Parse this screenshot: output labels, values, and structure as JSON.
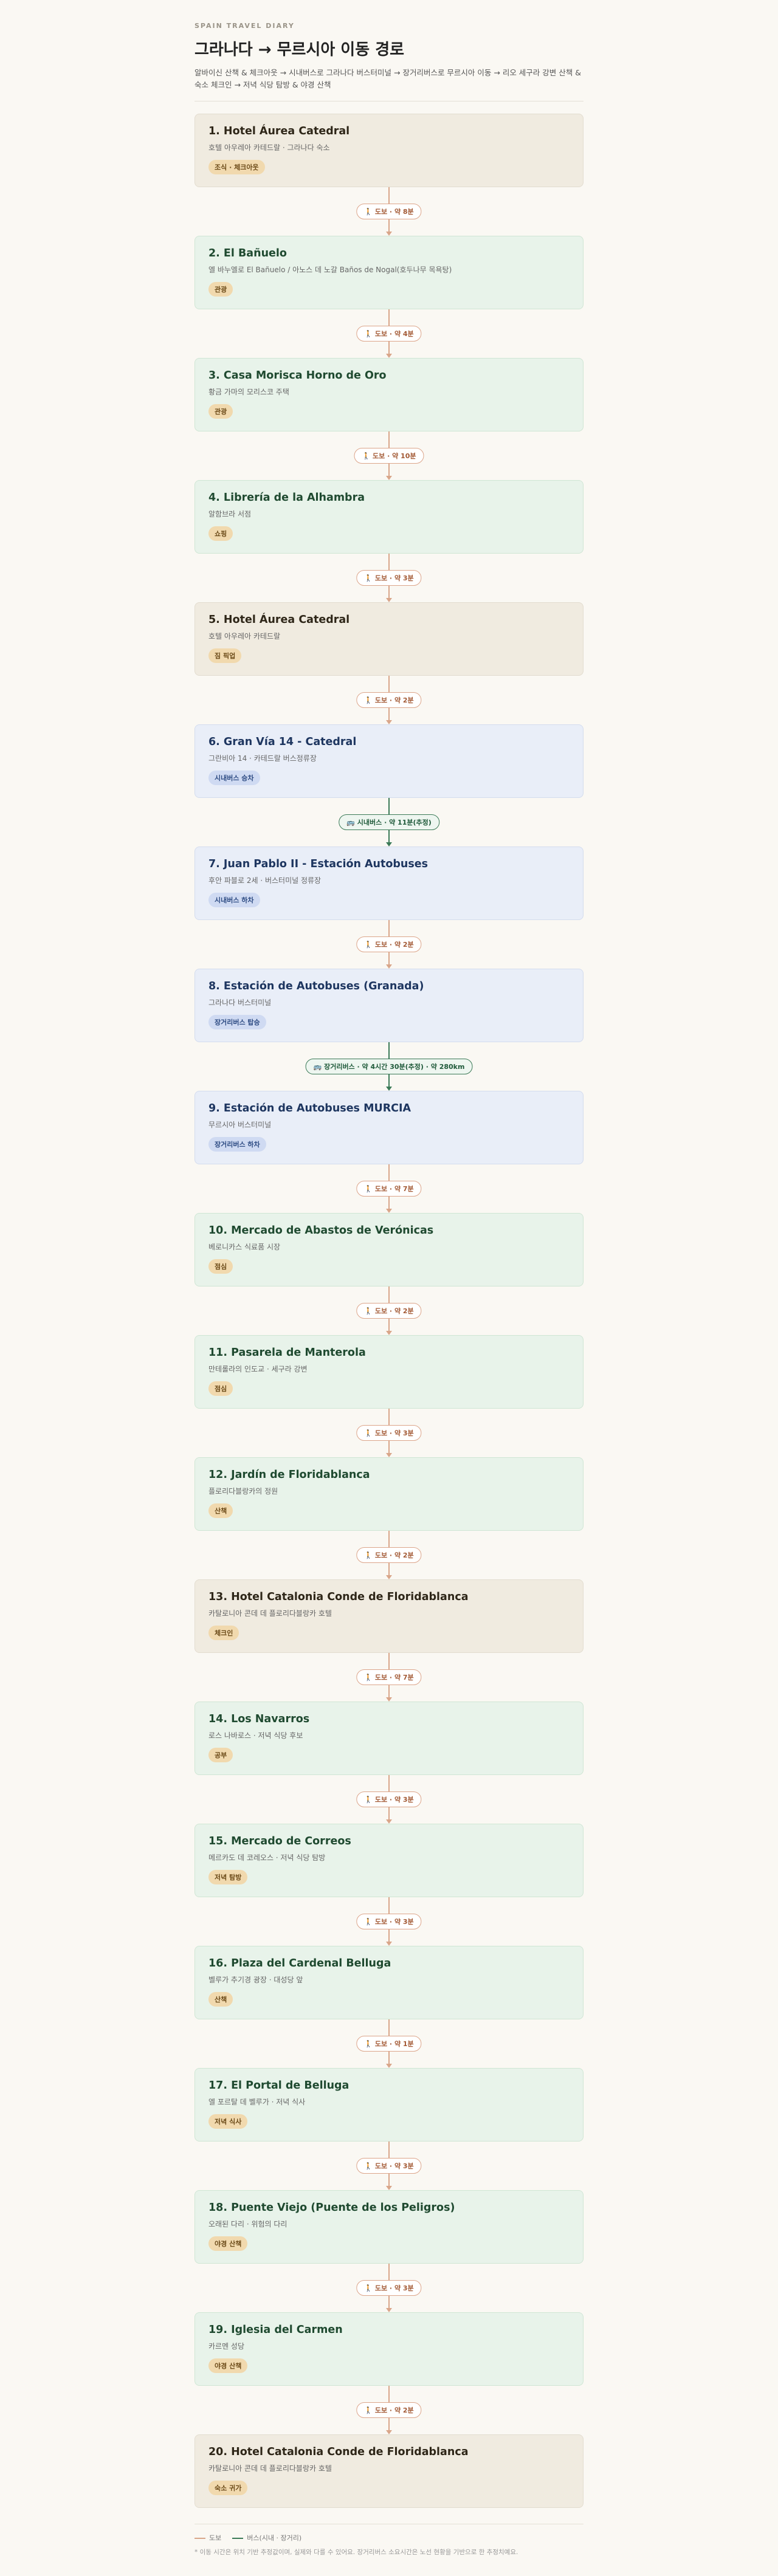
{
  "header": {
    "eyebrow": "SPAIN TRAVEL DIARY",
    "title": "그라나다 → 무르시아 이동 경로",
    "description": "알바이신 산책 & 체크아웃 → 시내버스로 그라나다 버스터미널 → 장거리버스로 무르시아 이동 → 리오 세구라 강변 산책 & 숙소 체크인 → 저녁 식당 탐방 & 야경 산책"
  },
  "stops": [
    {
      "title": "1. Hotel Áurea Catedral",
      "sub": "호텔 아우레아 카테드랄 · 그라나다 숙소",
      "badge": "조식 · 체크아웃",
      "type": "hotel",
      "badge_style": "sand"
    },
    {
      "title": "2. El Bañuelo",
      "sub": "엘 바누엘로 El Bañuelo / 아노스 데 노갈 Baños de Nogal(호두나무 목욕탕)",
      "badge": "관광",
      "type": "spot",
      "badge_style": "sand"
    },
    {
      "title": "3. Casa Morisca Horno de Oro",
      "sub": "황금 가마의 모리스코 주택",
      "badge": "관광",
      "type": "spot",
      "badge_style": "sand"
    },
    {
      "title": "4. Librería de la Alhambra",
      "sub": "알함브라 서점",
      "badge": "쇼핑",
      "type": "spot",
      "badge_style": "sand"
    },
    {
      "title": "5. Hotel Áurea Catedral",
      "sub": "호텔 아우레아 카테드랄",
      "badge": "짐 픽업",
      "type": "hotel",
      "badge_style": "sand"
    },
    {
      "title": "6. Gran Vía 14 - Catedral",
      "sub": "그란비아 14 · 카테드랄 버스정류장",
      "badge": "시내버스 승차",
      "type": "bus",
      "badge_style": "blue"
    },
    {
      "title": "7. Juan Pablo II - Estación Autobuses",
      "sub": "후안 파블로 2세 · 버스터미널 정류장",
      "badge": "시내버스 하차",
      "type": "bus",
      "badge_style": "blue"
    },
    {
      "title": "8. Estación de Autobuses (Granada)",
      "sub": "그라나다 버스터미널",
      "badge": "장거리버스 탑승",
      "type": "bus",
      "badge_style": "blue"
    },
    {
      "title": "9. Estación de Autobuses MURCIA",
      "sub": "무르시아 버스터미널",
      "badge": "장거리버스 하차",
      "type": "bus",
      "badge_style": "blue"
    },
    {
      "title": "10. Mercado de Abastos de Verónicas",
      "sub": "베로니카스 식료품 시장",
      "badge": "점심",
      "type": "spot",
      "badge_style": "sand"
    },
    {
      "title": "11. Pasarela de Manterola",
      "sub": "만테롤라의 인도교 · 세구라 강변",
      "badge": "점심",
      "type": "spot",
      "badge_style": "sand"
    },
    {
      "title": "12. Jardín de Floridablanca",
      "sub": "플로리다블랑카의 정원",
      "badge": "산책",
      "type": "spot",
      "badge_style": "sand"
    },
    {
      "title": "13. Hotel Catalonia Conde de Floridablanca",
      "sub": "카탈로니아 콘데 데 플로리다블랑카 호텔",
      "badge": "체크인",
      "type": "hotel",
      "badge_style": "sand"
    },
    {
      "title": "14. Los Navarros",
      "sub": "로스 나바로스 · 저녁 식당 후보",
      "badge": "공부",
      "type": "spot",
      "badge_style": "sand"
    },
    {
      "title": "15. Mercado de Correos",
      "sub": "메르카도 데 코레오스 · 저녁 식당 탐방",
      "badge": "저녁 탐방",
      "type": "spot",
      "badge_style": "sand"
    },
    {
      "title": "16. Plaza del Cardenal Belluga",
      "sub": "벨루가 추기경 광장 · 대성당 앞",
      "badge": "산책",
      "type": "spot",
      "badge_style": "sand"
    },
    {
      "title": "17. El Portal de Belluga",
      "sub": "엘 포르탈 데 벨루가 · 저녁 식사",
      "badge": "저녁 식사",
      "type": "spot",
      "badge_style": "sand"
    },
    {
      "title": "18. Puente Viejo (Puente de los Peligros)",
      "sub": "오래된 다리 · 위험의 다리",
      "badge": "야경 산책",
      "type": "spot",
      "badge_style": "sand"
    },
    {
      "title": "19. Iglesia del Carmen",
      "sub": "카르멘 성당",
      "badge": "야경 산책",
      "type": "spot",
      "badge_style": "sand"
    },
    {
      "title": "20. Hotel Catalonia Conde de Floridablanca",
      "sub": "카탈로니아 콘데 데 플로리다블랑카 호텔",
      "badge": "숙소 귀가",
      "type": "hotel",
      "badge_style": "sand"
    }
  ],
  "connectors": [
    {
      "label": "🚶 도보 · 약 8분",
      "mode": "walk"
    },
    {
      "label": "🚶 도보 · 약 4분",
      "mode": "walk"
    },
    {
      "label": "🚶 도보 · 약 10분",
      "mode": "walk"
    },
    {
      "label": "🚶 도보 · 약 3분",
      "mode": "walk"
    },
    {
      "label": "🚶 도보 · 약 2분",
      "mode": "walk"
    },
    {
      "label": "🚌 시내버스 · 약 11분(추정)",
      "mode": "bus"
    },
    {
      "label": "🚶 도보 · 약 2분",
      "mode": "walk"
    },
    {
      "label": "🚌 장거리버스 · 약 4시간 30분(추정) · 약 280km",
      "mode": "bus"
    },
    {
      "label": "🚶 도보 · 약 7분",
      "mode": "walk"
    },
    {
      "label": "🚶 도보 · 약 2분",
      "mode": "walk"
    },
    {
      "label": "🚶 도보 · 약 3분",
      "mode": "walk"
    },
    {
      "label": "🚶 도보 · 약 2분",
      "mode": "walk"
    },
    {
      "label": "🚶 도보 · 약 7분",
      "mode": "walk"
    },
    {
      "label": "🚶 도보 · 약 3분",
      "mode": "walk"
    },
    {
      "label": "🚶 도보 · 약 3분",
      "mode": "walk"
    },
    {
      "label": "🚶 도보 · 약 1분",
      "mode": "walk"
    },
    {
      "label": "🚶 도보 · 약 3분",
      "mode": "walk"
    },
    {
      "label": "🚶 도보 · 약 3분",
      "mode": "walk"
    },
    {
      "label": "🚶 도보 · 약 2분",
      "mode": "walk"
    }
  ],
  "footer": {
    "legend_walk": "도보",
    "legend_bus": "버스(시내 · 장거리)",
    "note": "* 이동 시간은 위치 기반 추정값이며, 실제와 다를 수 있어요. 장거리버스 소요시간은 노선 현황을 기반으로 한 추정치예요."
  },
  "colors": {
    "walk": "#d9a68a",
    "bus": "#3b7a57"
  }
}
